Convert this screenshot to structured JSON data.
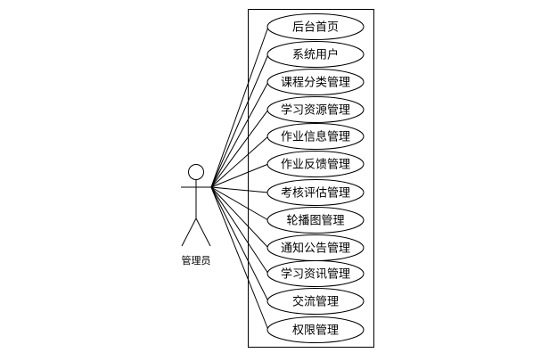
{
  "actor": {
    "name": "管理员"
  },
  "use_cases": [
    "后台首页",
    "系统用户",
    "课程分类管理",
    "学习资源管理",
    "作业信息管理",
    "作业反馈管理",
    "考核评估管理",
    "轮播图管理",
    "通知公告管理",
    "学习资讯管理",
    "交流管理",
    "权限管理"
  ],
  "colors": {
    "stroke": "#000000",
    "background": "#ffffff"
  }
}
